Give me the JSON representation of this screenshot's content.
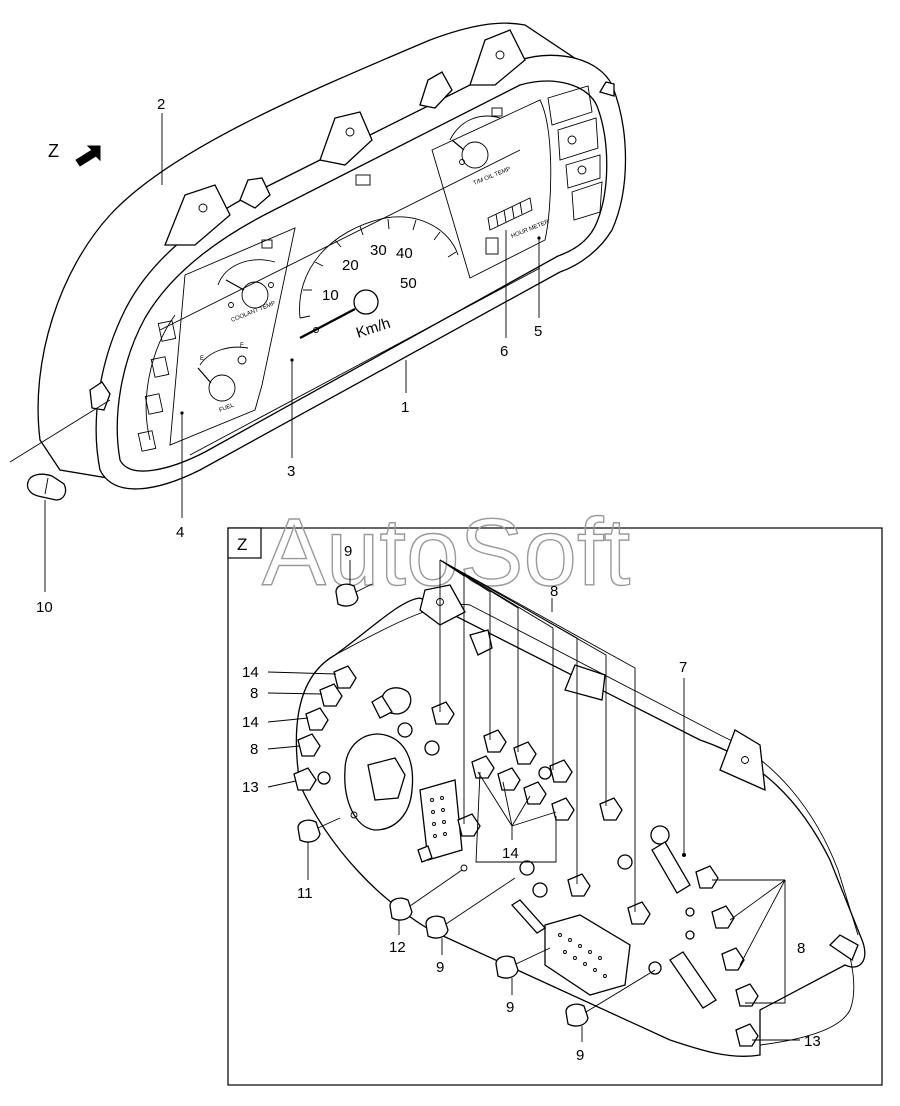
{
  "view_marker": "Z",
  "inset_label": "Z",
  "watermark": "AutoSoft",
  "gauges": {
    "speedo_ticks": [
      "10",
      "20",
      "30",
      "40",
      "50"
    ],
    "speedo_unit": "Km/h",
    "coolant_label": "COOLANT TEMP",
    "fuel_label": "FUEL",
    "fuel_empty": "E",
    "fuel_full": "F",
    "oil_label": "T/M OIL TEMP",
    "hour_meter_label": "HOUR METER"
  },
  "callouts_main": {
    "c1": "1",
    "c2": "2",
    "c3": "3",
    "c4": "4",
    "c5": "5",
    "c6": "6",
    "c10": "10"
  },
  "callouts_inset": {
    "c9_top": "9",
    "c8_top": "8",
    "c7": "7",
    "c14_a": "14",
    "c8_a": "8",
    "c14_b": "14",
    "c8_b": "8",
    "c13_a": "13",
    "c14_mid": "14",
    "c11": "11",
    "c12": "12",
    "c9_b": "9",
    "c9_c": "9",
    "c9_d": "9",
    "c8_right": "8",
    "c13_right": "13"
  }
}
